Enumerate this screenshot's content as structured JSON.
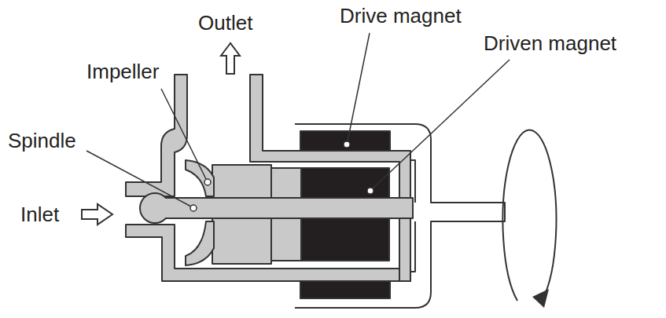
{
  "diagram": {
    "labels": [
      "Outlet",
      "Drive magnet",
      "Driven magnet",
      "Impeller",
      "Spindle",
      "Inlet"
    ]
  }
}
